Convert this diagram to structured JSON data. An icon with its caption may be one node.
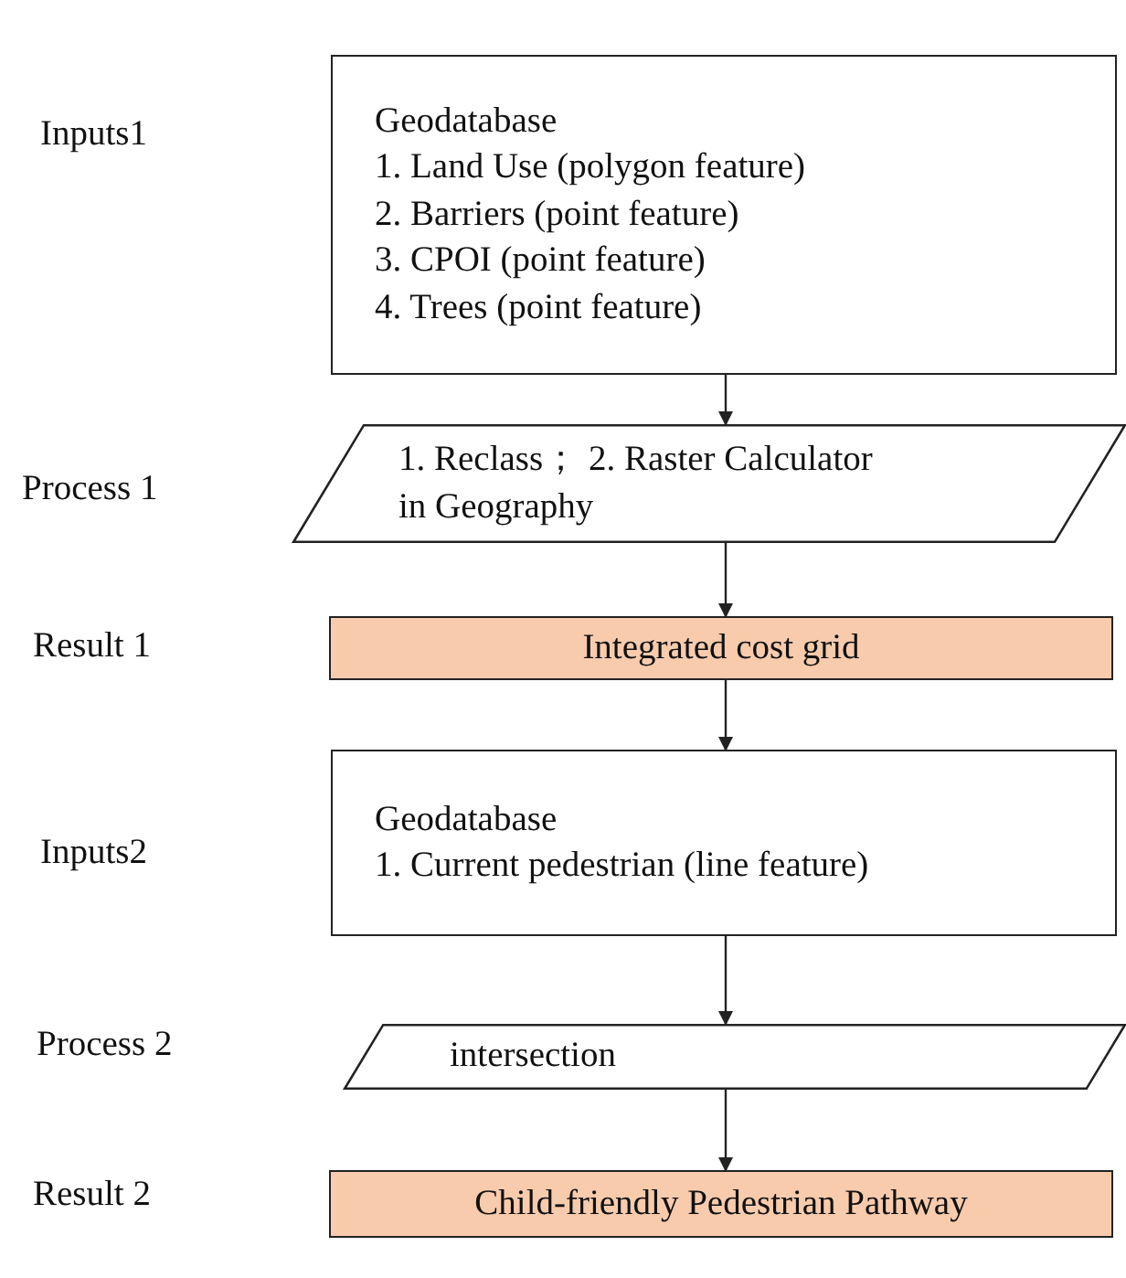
{
  "diagram": {
    "nodes": [
      {
        "text": [
          "Geodatabase",
          "1.  Land Use (polygon feature)",
          "2. Barriers (point feature)",
          "3. CPOI (point feature)",
          "4. Trees (point feature)"
        ]
      },
      {
        "text": [
          "1. Reclass； 2. Raster Calculator in Geography"
        ]
      },
      {
        "text": [
          "Integrated cost grid"
        ]
      },
      {
        "text": [
          "Geodatabase",
          "1. Current pedestrian (line feature)"
        ]
      },
      {
        "text": [
          "intersection"
        ]
      },
      {
        "text": [
          "Child-friendly Pedestrian Pathway"
        ]
      }
    ],
    "labels": [
      "Inputs1",
      "Process 1",
      "Result 1",
      "Inputs2",
      "Process 2",
      "Result 2"
    ],
    "edges": [
      {
        "from": 0,
        "to": 1,
        "arrow": "to"
      },
      {
        "from": 1,
        "to": 2,
        "arrow": "to"
      },
      {
        "from": 2,
        "to": 3,
        "arrow": "to"
      },
      {
        "from": 3,
        "to": 4,
        "arrow": "to"
      },
      {
        "from": 4,
        "to": 5,
        "arrow": "to"
      }
    ]
  }
}
